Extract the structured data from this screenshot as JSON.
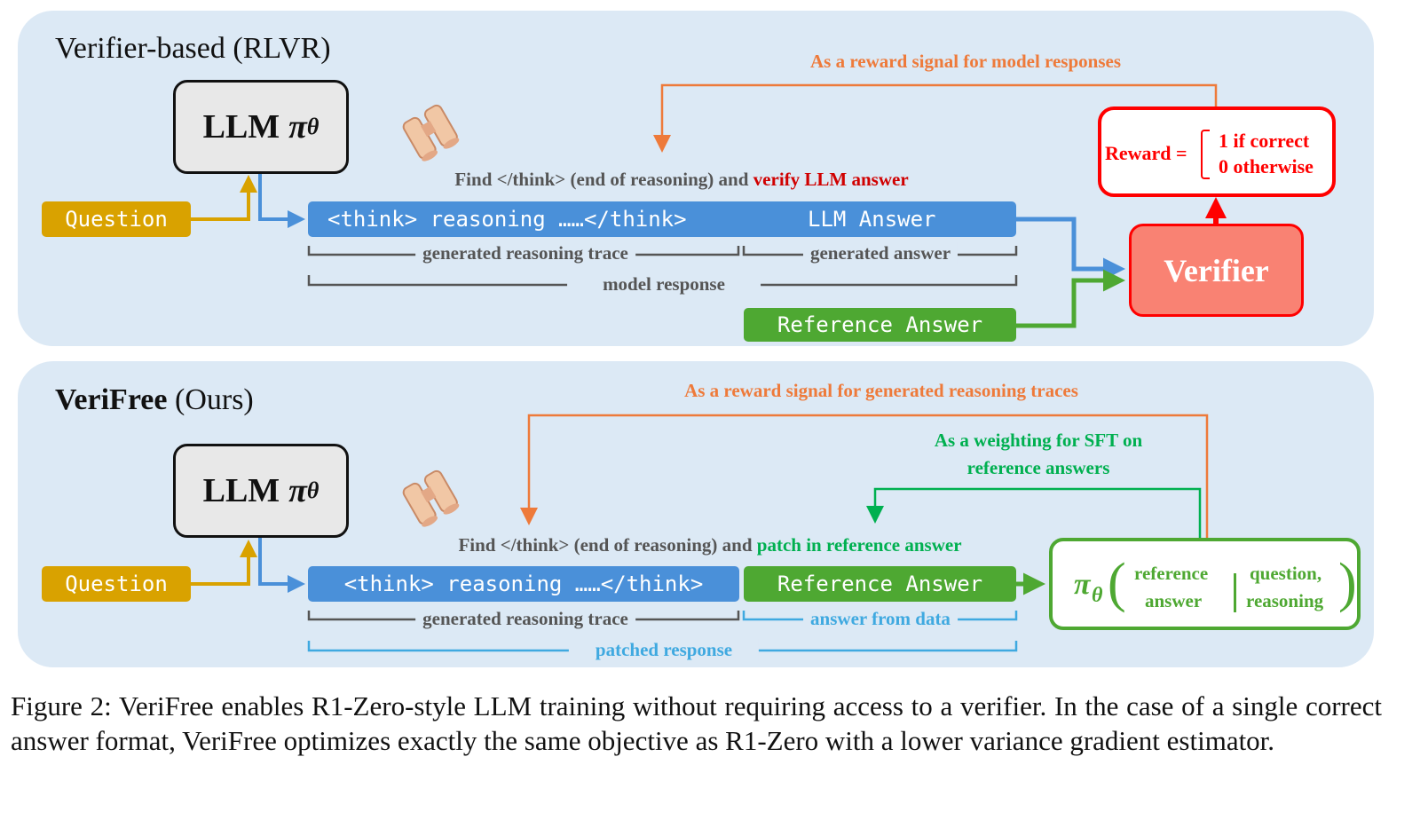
{
  "top": {
    "title": "Verifier-based (RLVR)",
    "llm": "LLM",
    "llm_symbol": "π",
    "llm_sub": "θ",
    "question": "Question",
    "reward_signal": "As a reward signal for model responses",
    "find_prefix": "Find </think> (end of reasoning) and ",
    "find_highlight": "verify LLM answer",
    "think_bar": "<think> reasoning ……</think>",
    "answer_bar": "LLM Answer",
    "bracket_trace": "generated reasoning trace",
    "bracket_answer": "generated answer",
    "bracket_response": "model response",
    "reference": "Reference Answer",
    "verifier": "Verifier",
    "reward_label": "Reward =",
    "reward_case1": "1 if correct",
    "reward_case2": "0 otherwise"
  },
  "bottom": {
    "title_bold": "VeriFree",
    "title_rest": " (Ours)",
    "llm": "LLM",
    "llm_symbol": "π",
    "llm_sub": "θ",
    "question": "Question",
    "reward_signal": "As a reward signal for generated reasoning traces",
    "weighting_line1": "As a weighting for SFT on",
    "weighting_line2": "reference answers",
    "find_prefix": "Find </think> (end of reasoning) and ",
    "find_highlight": "patch in reference answer",
    "think_bar": "<think> reasoning ……</think>",
    "reference": "Reference Answer",
    "bracket_trace": "generated reasoning trace",
    "bracket_answer": "answer from data",
    "bracket_response": "patched response",
    "formula_pi": "π",
    "formula_sub": "θ",
    "formula_top_left": "reference",
    "formula_bottom_left": "answer",
    "formula_top_right": "question,",
    "formula_bottom_right": "reasoning"
  },
  "caption": "Figure 2: VeriFree enables R1-Zero-style LLM training without requiring access to a verifier. In the case of a single correct answer format, VeriFree optimizes exactly the same objective as R1-Zero with a lower variance gradient estimator.",
  "colors": {
    "orange": "#ee7a3a",
    "blue": "#4a90d9",
    "green": "#4ea832",
    "gold": "#d9a200",
    "red": "#ff0000",
    "cyan": "#3fa9e0"
  }
}
